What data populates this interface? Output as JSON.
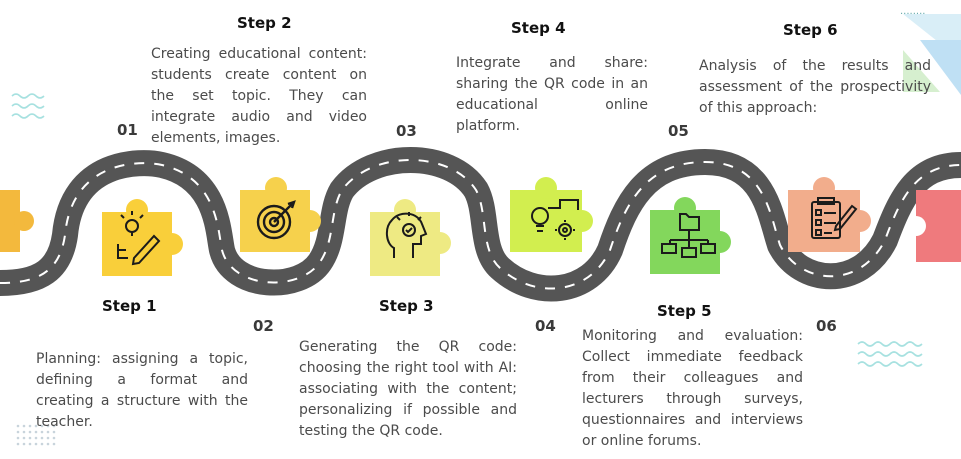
{
  "colors": {
    "road": "#555555",
    "dash": "#ffffff",
    "piece_1": "#f9cf3a",
    "piece_2": "#f6d14c",
    "piece_3": "#eeea83",
    "piece_4": "#d2ee4f",
    "piece_5": "#83d75c",
    "piece_6": "#f2ad8c",
    "piece_7": "#ef7a7d",
    "piece_left": "#f3b93d",
    "deco_teal": "#a7e1e0",
    "deco_blue": "#bfe0f4"
  },
  "icons": [
    "idea-pencil-icon",
    "target-icon",
    "brain-idea-icon",
    "bulb-gear-icon",
    "network-folder-icon",
    "checklist-icon"
  ],
  "steps": [
    {
      "title": "Step 1",
      "number": "01",
      "text": "Planning: assigning a topic, defining a format and creating a structure with the teacher."
    },
    {
      "title": "Step 2",
      "number": "02",
      "text": "Creating educational content: students create content on the set topic. They can integrate audio and video elements, images."
    },
    {
      "title": "Step 3",
      "number": "03",
      "text": "Generating the QR code: choosing the right tool with AI: associating with the content; personalizing if possible and testing the QR code."
    },
    {
      "title": "Step 4",
      "number": "04",
      "text": "Integrate and share: sharing the QR code in an educational online platform."
    },
    {
      "title": "Step 5",
      "number": "05",
      "text": "Monitoring and evaluation: Collect immediate feedback from their colleagues and lecturers through surveys, questionnaires and interviews or online forums."
    },
    {
      "title": "Step 6",
      "number": "06",
      "text": "Analysis of the results and assessment of the prospectivity of this approach:"
    }
  ]
}
